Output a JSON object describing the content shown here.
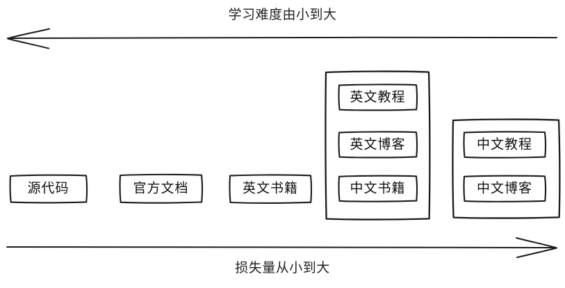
{
  "diagram": {
    "title_top": "学习难度由小到大",
    "title_bottom": "损失量从小到大",
    "background_color": "#ffffff",
    "stroke_color": "#1b1b1b",
    "top_axis": {
      "label": "学习难度由小到大",
      "direction": "left",
      "arrow_head": "left-arrowhead-icon"
    },
    "bottom_axis": {
      "label": "损失量从小到大",
      "direction": "right",
      "arrow_head": "right-arrowhead-icon"
    },
    "nodes": [
      {
        "id": "source-code",
        "label": "源代码"
      },
      {
        "id": "official-docs",
        "label": "官方文档"
      },
      {
        "id": "english-books",
        "label": "英文书籍"
      },
      {
        "id": "english-tutorial",
        "label": "英文教程"
      },
      {
        "id": "english-blog",
        "label": "英文博客"
      },
      {
        "id": "chinese-books",
        "label": "中文书籍"
      },
      {
        "id": "chinese-tutorial",
        "label": "中文教程"
      },
      {
        "id": "chinese-blog",
        "label": "中文博客"
      }
    ],
    "groups": [
      {
        "id": "group-middle",
        "members": [
          "英文教程",
          "英文博客",
          "中文书籍"
        ]
      },
      {
        "id": "group-right",
        "members": [
          "中文教程",
          "中文博客"
        ]
      }
    ]
  }
}
